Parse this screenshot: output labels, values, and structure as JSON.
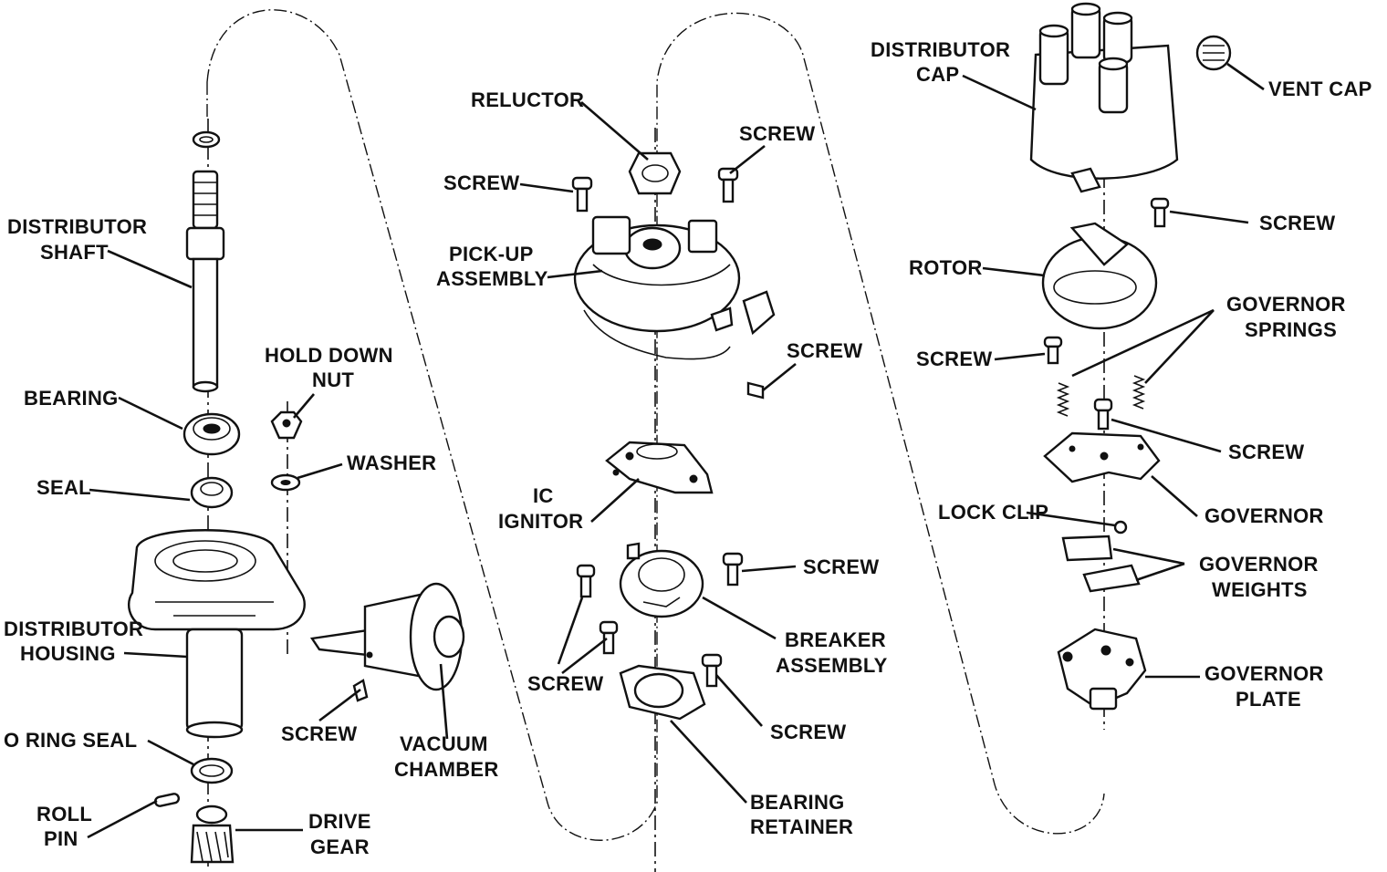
{
  "labels": {
    "distributor_shaft": [
      "DISTRIBUTOR",
      "SHAFT"
    ],
    "bearing": "BEARING",
    "seal": "SEAL",
    "distributor_housing": [
      "DISTRIBUTOR",
      "HOUSING"
    ],
    "o_ring_seal": "O RING SEAL",
    "roll_pin": [
      "ROLL",
      "PIN"
    ],
    "drive_gear": [
      "DRIVE",
      "GEAR"
    ],
    "hold_down_nut": [
      "HOLD DOWN",
      "NUT"
    ],
    "washer": "WASHER",
    "screw_vacuum": "SCREW",
    "vacuum_chamber": [
      "VACUUM",
      "CHAMBER"
    ],
    "reluctor": "RELUCTOR",
    "screw_reluctor_right": "SCREW",
    "screw_reluctor_left": "SCREW",
    "pick_up_assembly": [
      "PICK-UP",
      "ASSEMBLY"
    ],
    "screw_pickup": "SCREW",
    "ic_ignitor": [
      "IC",
      "IGNITOR"
    ],
    "screw_breaker_right": "SCREW",
    "breaker_assembly": [
      "BREAKER",
      "ASSEMBLY"
    ],
    "screw_breaker_left": "SCREW",
    "screw_retainer": "SCREW",
    "bearing_retainer": [
      "BEARING",
      "RETAINER"
    ],
    "distributor_cap": [
      "DISTRIBUTOR",
      "CAP"
    ],
    "vent_cap": "VENT CAP",
    "screw_cap": "SCREW",
    "rotor": "ROTOR",
    "governor_springs": [
      "GOVERNOR",
      "SPRINGS"
    ],
    "screw_rotor": "SCREW",
    "screw_governor": "SCREW",
    "governor": "GOVERNOR",
    "lock_clip": "LOCK CLIP",
    "governor_weights": [
      "GOVERNOR",
      "WEIGHTS"
    ],
    "governor_plate": [
      "GOVERNOR",
      "PLATE"
    ]
  }
}
